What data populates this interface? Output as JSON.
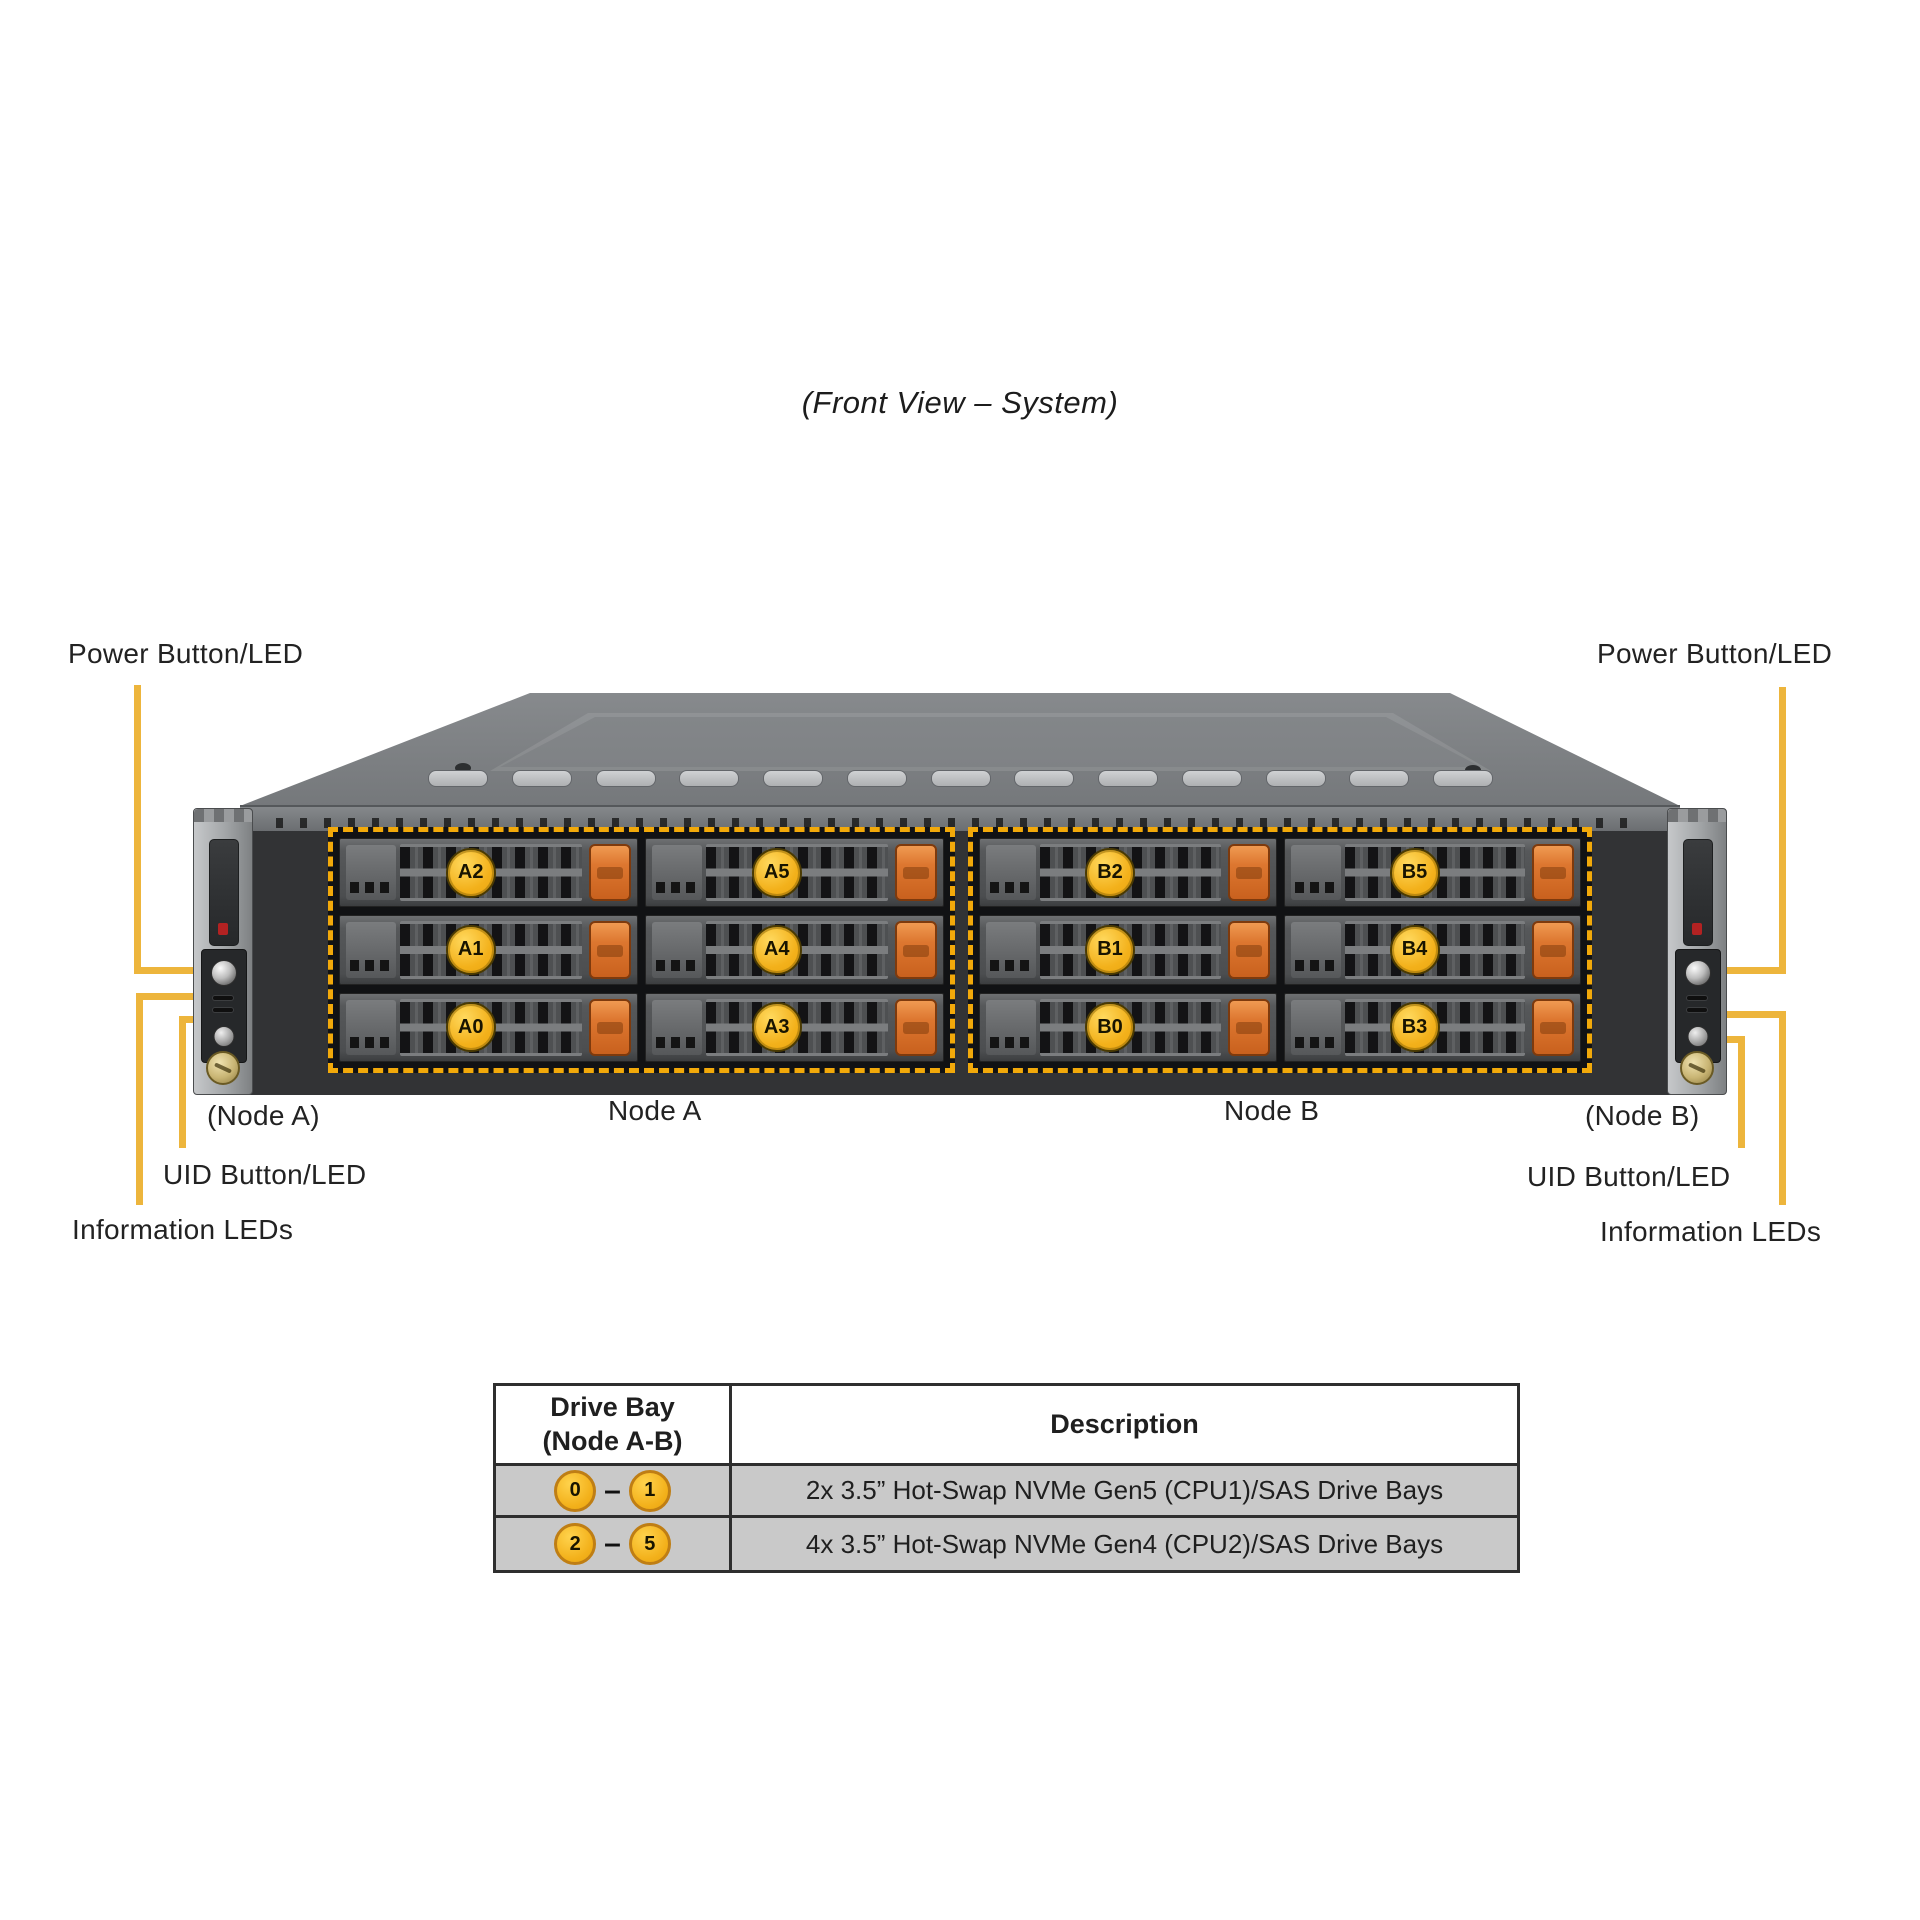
{
  "title": "(Front View – System)",
  "callouts": {
    "left": {
      "power": "Power Button/LED",
      "node": "(Node A)",
      "uid": "UID Button/LED",
      "info": "Information LEDs"
    },
    "right": {
      "power": "Power Button/LED",
      "node": "(Node B)",
      "uid": "UID Button/LED",
      "info": "Information LEDs"
    }
  },
  "nodes": {
    "a": "Node A",
    "b": "Node B"
  },
  "chassis": {
    "drive_rows": [
      [
        "A2",
        "A5",
        "B2",
        "B5"
      ],
      [
        "A1",
        "A4",
        "B1",
        "B4"
      ],
      [
        "A0",
        "A3",
        "B0",
        "B3"
      ]
    ]
  },
  "table": {
    "header": {
      "col1_line1": "Drive Bay",
      "col1_line2": "(Node A-B)",
      "col2": "Description"
    },
    "range_separator": "–",
    "rows": [
      {
        "bay_from": "0",
        "bay_to": "1",
        "description": "2x 3.5” Hot-Swap NVMe Gen5 (CPU1)/SAS Drive Bays"
      },
      {
        "bay_from": "2",
        "bay_to": "5",
        "description": "4x 3.5” Hot-Swap NVMe Gen4 (CPU2)/SAS Drive Bays"
      }
    ]
  },
  "colors": {
    "callout_yellow": "#EDB53C",
    "node_dash_yellow": "#F2A90A",
    "drive_label_yellow": "#F3B11B",
    "latch_orange": "#DD7730",
    "table_row_gray": "#C9C9C9"
  }
}
